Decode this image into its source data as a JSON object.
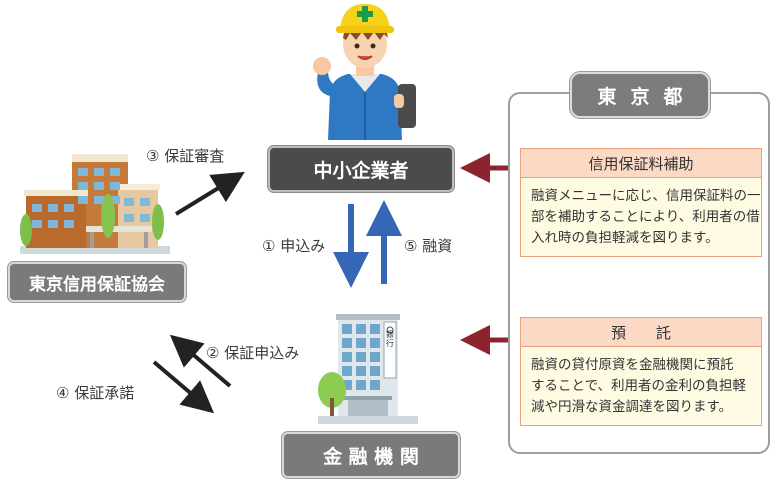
{
  "nodes": {
    "sme": "中小企業者",
    "guarantee_assoc": "東京信用保証協会",
    "financial_inst": "金 融 機 関"
  },
  "flows": {
    "step1": "① 申込み",
    "step2": "② 保証申込み",
    "step3": "③ 保証審査",
    "step4": "④ 保証承諾",
    "step5": "⑤ 融資"
  },
  "tokyo": {
    "title": "東京都",
    "cards": [
      {
        "heading": "信用保証料補助",
        "lines": [
          "融資メニューに応じ、信用保証料の一",
          "部を補助することにより、利用者の借",
          "入れ時の負担軽減を図ります。"
        ]
      },
      {
        "heading": "預　　託",
        "lines": [
          "融資の貸付原資を金融機関に預託",
          "することで、利用者の金利の負担軽",
          "減や円滑な資金調達を図ります。"
        ]
      }
    ]
  },
  "bank_sign": "銀行",
  "colors": {
    "dark_node": "#4b4b4b",
    "grey_node": "#7a7a7a",
    "blue_arrow": "#3567b5",
    "maroon_arrow": "#8e2330",
    "card_head_bg": "#fbd9c4",
    "card_body_bg": "#fffbe3"
  }
}
